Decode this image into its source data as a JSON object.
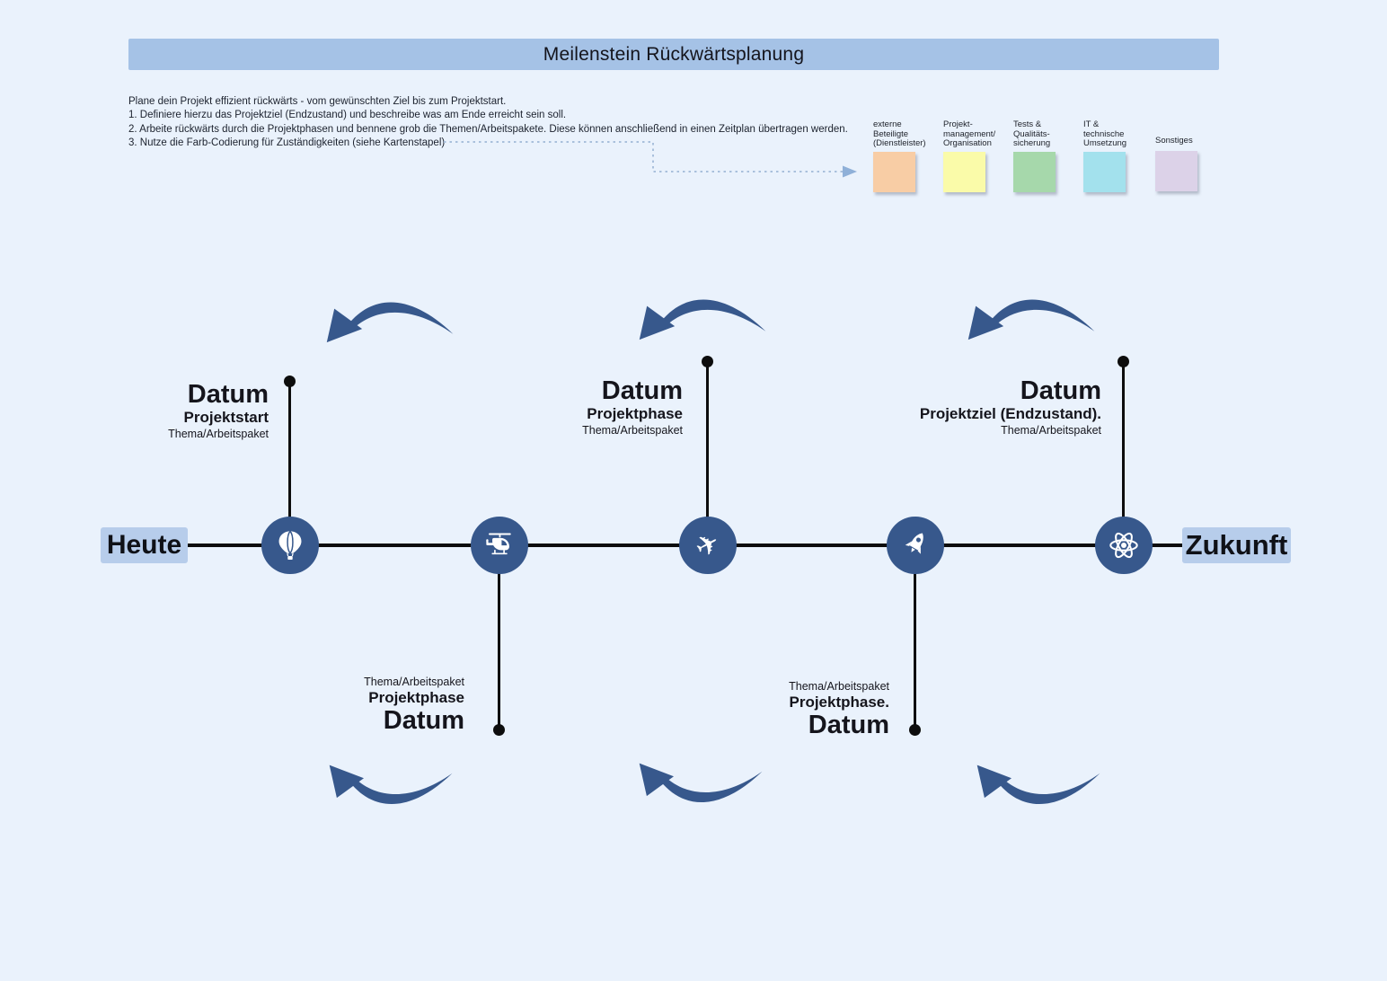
{
  "colors": {
    "accent": "#37588c",
    "bg": "#eaf2fc",
    "bar": "#a5c2e6",
    "highlight": "#b7cdeb",
    "ink": "#15151c",
    "line": "#0d0d0d",
    "connector": "#a9c0dc"
  },
  "title": {
    "text": "Meilenstein Rückwärtsplanung"
  },
  "instructions": {
    "intro": "Plane dein Projekt effizient rückwärts - vom gewünschten Ziel bis zum Projektstart.",
    "steps": [
      "1. Definiere hierzu das Projektziel (Endzustand) und beschreibe was am Ende erreicht sein soll.",
      "2. Arbeite rückwärts durch die Projektphasen und bennene grob die Themen/Arbeitspakete. Diese können anschließend in einen Zeitplan übertragen werden.",
      "3. Nutze die Farb-Codierung für Zuständigkeiten (siehe Kartenstapel)"
    ]
  },
  "legend": {
    "cards": [
      {
        "label": "externe\nBeteiligte\n(Dienstleister)",
        "color": "#f8cda5"
      },
      {
        "label": "Projekt-\nmanagement/\nOrganisation",
        "color": "#fafba9"
      },
      {
        "label": "Tests &\nQualitäts-\nsicherung",
        "color": "#a6d8ab"
      },
      {
        "label": "IT &\ntechnische\nUmsetzung",
        "color": "#a3e1ed"
      },
      {
        "label": "Sonstiges",
        "color": "#dcd2e8"
      }
    ]
  },
  "timeline": {
    "today_label": "Heute",
    "future_label": "Zukunft",
    "milestones": [
      {
        "icon": "hot-air-balloon",
        "side": "above",
        "date": "Datum",
        "phase": "Projektstart",
        "topic": "Thema/Arbeitspaket"
      },
      {
        "icon": "helicopter",
        "side": "below",
        "date": "Datum",
        "phase": "Projektphase",
        "topic": "Thema/Arbeitspaket"
      },
      {
        "icon": "airplane",
        "side": "above",
        "date": "Datum",
        "phase": "Projektphase",
        "topic": "Thema/Arbeitspaket"
      },
      {
        "icon": "rocket",
        "side": "below",
        "date": "Datum",
        "phase": "Projektphase.",
        "topic": "Thema/Arbeitspaket"
      },
      {
        "icon": "atom",
        "side": "above",
        "date": "Datum",
        "phase": "Projektziel (Endzustand).",
        "topic": "Thema/Arbeitspaket"
      }
    ]
  },
  "icons": {
    "airplane_glyph": "✈"
  }
}
